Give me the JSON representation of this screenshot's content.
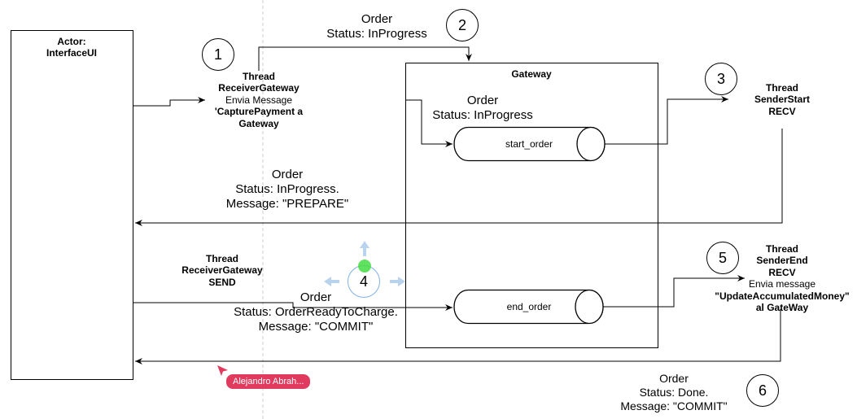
{
  "actor": {
    "title_line1": "Actor:",
    "title_line2": "InterfaceUI"
  },
  "gateway": {
    "title": "Gateway"
  },
  "cylinders": {
    "start": "start_order",
    "end": "end_order"
  },
  "steps": [
    "1",
    "2",
    "3",
    "4",
    "5",
    "6"
  ],
  "labels": {
    "top_order": {
      "line1": "Order",
      "line2": "Status: InProgress"
    },
    "receiver1": {
      "line1": "Thread",
      "line2": "ReceiverGateway",
      "line3": "Envia Message",
      "line4": "'CapturePayment a",
      "line5": "Gateway"
    },
    "inner_order": {
      "line1": "Order",
      "line2": "Status: InProgress"
    },
    "sender_start": {
      "line1": "Thread",
      "line2": "SenderStart",
      "line3": "RECV"
    },
    "prepare": {
      "line1": "Order",
      "line2": "Status: InProgress.",
      "line3": "Message: \"PREPARE\""
    },
    "receiver_send": {
      "line1": "Thread",
      "line2": "ReceiverGateway",
      "line3": "SEND"
    },
    "ready": {
      "line1": "Order",
      "line2": "Status: OrderReadyToCharge.",
      "line3": "Message: \"COMMIT\""
    },
    "sender_end": {
      "line1": "Thread",
      "line2": "SenderEnd",
      "line3": "RECV",
      "line4": "Envia message",
      "line5": "\"UpdateAccumulatedMoney\"",
      "line6": "al GateWay"
    },
    "done": {
      "line1": "Order",
      "line2": "Status: Done.",
      "line3": "Message: \"COMMIT\""
    }
  },
  "cursor": {
    "user": "Alejandro Abrah..."
  },
  "colors": {
    "stroke": "#000000",
    "selection": "#7fb2e6",
    "handle": "#44dd44",
    "cursor": "#e03a5e",
    "guide": "#cccccc"
  }
}
